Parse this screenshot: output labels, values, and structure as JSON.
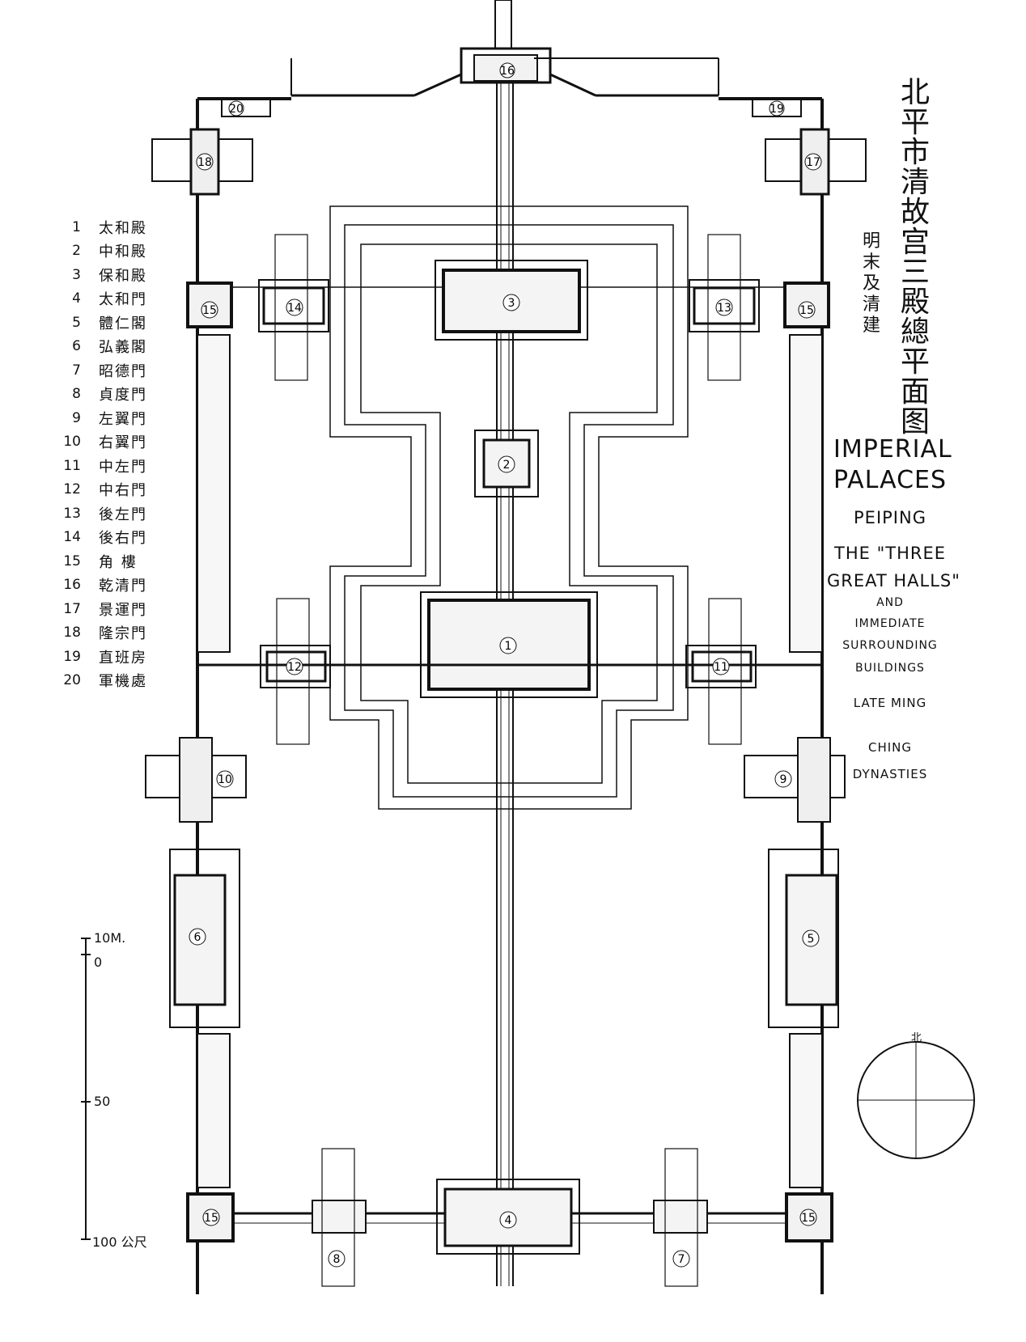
{
  "title_cn": "北平市清故宫三殿總平面图",
  "subtitle_cn": "明末及清建",
  "title_en": {
    "line1": "IMPERIAL",
    "line2": "PALACES",
    "line3": "PEIPING",
    "line4": "THE \"THREE",
    "line5": "GREAT HALLS\"",
    "line6": "AND",
    "line7": "IMMEDIATE",
    "line8": "SURROUNDING",
    "line9": "BUILDINGS",
    "line10": "LATE MING",
    "line11": "CHING",
    "line12": "DYNASTIES"
  },
  "legend": [
    {
      "num": "1",
      "name": "太和殿"
    },
    {
      "num": "2",
      "name": "中和殿"
    },
    {
      "num": "3",
      "name": "保和殿"
    },
    {
      "num": "4",
      "name": "太和門"
    },
    {
      "num": "5",
      "name": "體仁閣"
    },
    {
      "num": "6",
      "name": "弘義閣"
    },
    {
      "num": "7",
      "name": "昭德門"
    },
    {
      "num": "8",
      "name": "貞度門"
    },
    {
      "num": "9",
      "name": "左翼門"
    },
    {
      "num": "10",
      "name": "右翼門"
    },
    {
      "num": "11",
      "name": "中左門"
    },
    {
      "num": "12",
      "name": "中右門"
    },
    {
      "num": "13",
      "name": "後左門"
    },
    {
      "num": "14",
      "name": "後右門"
    },
    {
      "num": "15",
      "name": "角 樓"
    },
    {
      "num": "16",
      "name": "乾清門"
    },
    {
      "num": "17",
      "name": "景運門"
    },
    {
      "num": "18",
      "name": "隆宗門"
    },
    {
      "num": "19",
      "name": "直班房"
    },
    {
      "num": "20",
      "name": "軍機處"
    }
  ],
  "scale": {
    "top": "10M.",
    "zero": "0",
    "mid": "50",
    "end": "100 公尺"
  },
  "compass_north": "北",
  "plan_labels": {
    "hall_1": "1",
    "hall_2": "2",
    "hall_3": "3",
    "gate_4": "4",
    "pav_5": "5",
    "pav_6": "6",
    "gate_7": "7",
    "gate_8": "8",
    "gate_9": "9",
    "gate_10": "10",
    "gate_11": "11",
    "gate_12": "12",
    "gate_13": "13",
    "gate_14": "14",
    "tower_15": "15",
    "gate_16": "16",
    "gate_17": "17",
    "gate_18": "18",
    "room_19": "19",
    "room_20": "20"
  }
}
